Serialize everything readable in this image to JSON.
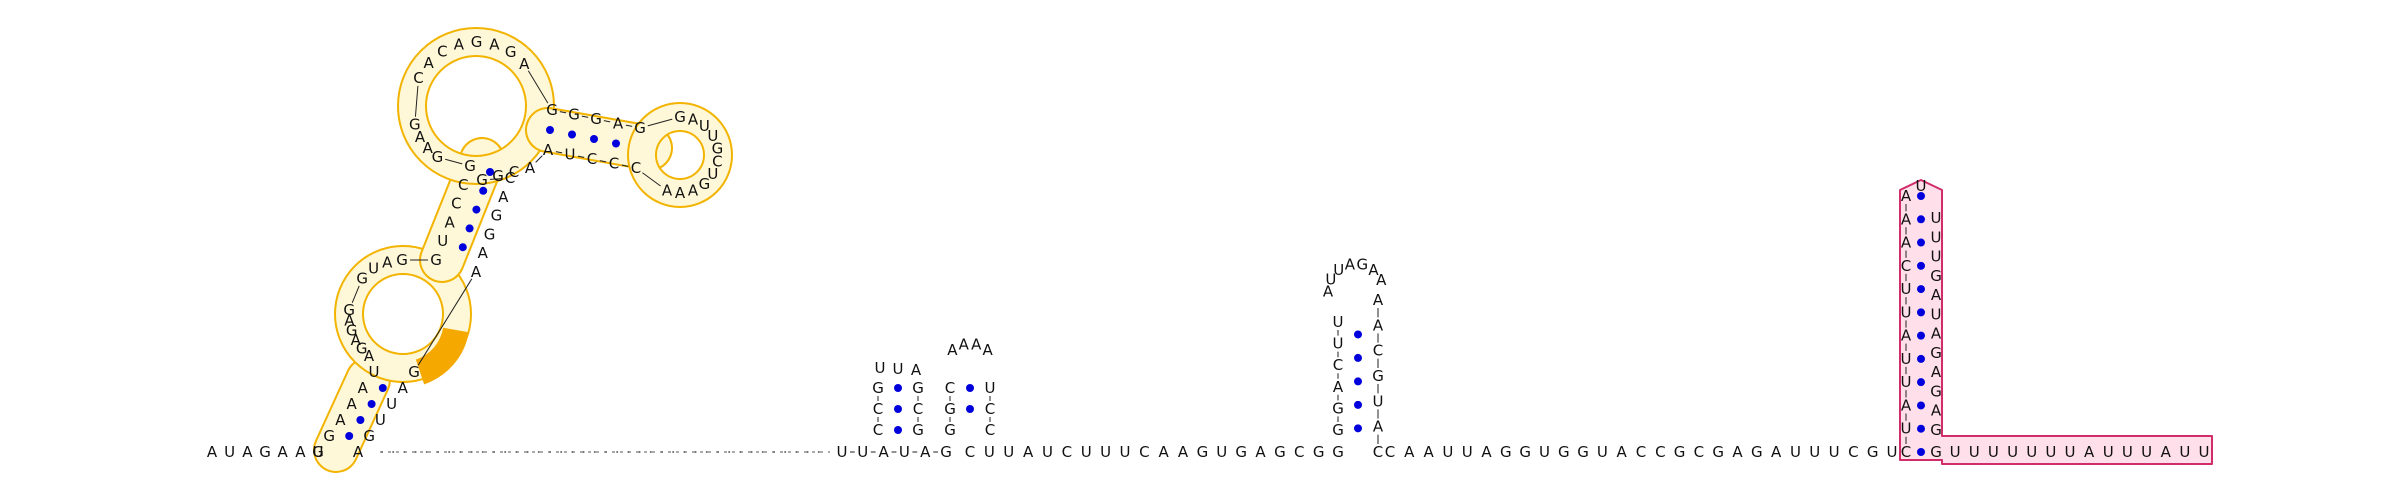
{
  "colors": {
    "domain1_outline": "#f2b400",
    "domain1_fill": "#fff8d8",
    "domain1_highlight": "#f5a800",
    "domain2_outline": "#d12d6a",
    "domain2_fill": "#ffe0ea",
    "base_pair_dot": "#0000dd",
    "text": "#111111"
  },
  "left_flank": [
    "A",
    "U",
    "A",
    "G",
    "A",
    "A",
    "U"
  ],
  "domain1": {
    "stem_1": {
      "left": [
        "G",
        "G",
        "A",
        "A",
        "A",
        "U"
      ],
      "right": [
        "G",
        "A",
        "U",
        "U",
        "G",
        "A"
      ]
    },
    "loop_2_left": [
      "A",
      "G",
      "A",
      "G",
      "A",
      "G"
    ],
    "loop_2_top": [
      "G",
      "U",
      "A",
      "G"
    ],
    "stem_2": {
      "left": [
        "G",
        "U",
        "A",
        "C",
        "C",
        "G"
      ],
      "right": [
        "C",
        "A",
        "G",
        "G",
        "A",
        "A"
      ]
    },
    "loop_3_right": [
      "G",
      "G",
      "C",
      "A"
    ],
    "loop_3_left": [
      "G",
      "A",
      "A",
      "G"
    ],
    "loop_3_top": [
      "C",
      "A",
      "C",
      "A",
      "G",
      "A",
      "G",
      "A"
    ],
    "stem_3": {
      "left": [
        "G",
        "G",
        "G",
        "A",
        "G"
      ],
      "right": [
        "C",
        "C",
        "C",
        "U",
        "A"
      ]
    },
    "hairpin": [
      "G",
      "A",
      "U",
      "U",
      "G",
      "C",
      "U",
      "G",
      "A",
      "A",
      "A"
    ],
    "highlight_bases": [
      "U",
      "A"
    ]
  },
  "dashed_linker_count": 40,
  "hairpin_a": {
    "stem_left": [
      "C",
      "C",
      "G"
    ],
    "stem_right": [
      "G",
      "C",
      "G"
    ],
    "loop": [
      "U",
      "U",
      "A"
    ]
  },
  "hairpin_b": {
    "stem_left": [
      "G",
      "G",
      "C"
    ],
    "stem_right": [
      "C",
      "C",
      "U"
    ],
    "loop": [
      "A",
      "A",
      "A",
      "A"
    ]
  },
  "linker_1": [
    "U",
    "U",
    "A",
    "U",
    "A",
    "G"
  ],
  "linker_2": [
    "C",
    "U",
    "U",
    "A",
    "U",
    "C",
    "U",
    "U",
    "U",
    "C",
    "A",
    "A",
    "G",
    "U",
    "G",
    "A",
    "G",
    "C",
    "G",
    "G"
  ],
  "hairpin_c": {
    "stem_left": [
      "G",
      "G",
      "A",
      "C",
      "U",
      "U"
    ],
    "stem_right": [
      "C",
      "A",
      "U",
      "G",
      "C",
      "A",
      "A"
    ],
    "loop": [
      "A",
      "U",
      "U",
      "A",
      "G",
      "A",
      "A"
    ]
  },
  "linker_3": [
    "C",
    "A",
    "A",
    "U",
    "U",
    "A",
    "G",
    "G",
    "U",
    "G",
    "G",
    "U",
    "A",
    "C",
    "C",
    "G",
    "C",
    "G",
    "A",
    "G",
    "A",
    "U",
    "U",
    "U",
    "C",
    "G",
    "U"
  ],
  "domain2": {
    "stem_left": [
      "C",
      "U",
      "A",
      "U",
      "U",
      "A",
      "U",
      "U",
      "C",
      "A",
      "A",
      "A"
    ],
    "stem_right": [
      "G",
      "A",
      "G",
      "A",
      "G",
      "A",
      "U",
      "A",
      "G",
      "U",
      "U",
      "U"
    ],
    "loop": [
      "U"
    ],
    "tail": [
      "G",
      "U",
      "U",
      "U",
      "U",
      "U",
      "U",
      "U",
      "A",
      "U",
      "U",
      "U",
      "A",
      "U",
      "U"
    ]
  }
}
